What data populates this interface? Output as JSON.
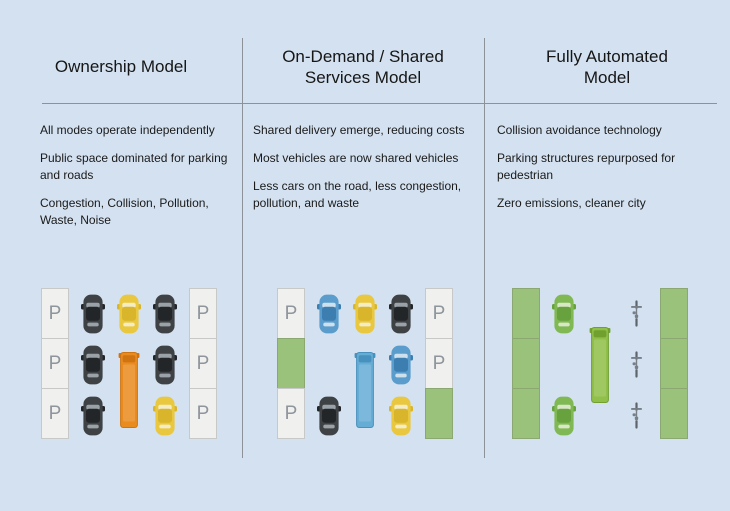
{
  "page": {
    "background": "#d3e1f0",
    "divider_color": "#8d9198",
    "text_color": "#1a1a1a"
  },
  "columns": [
    {
      "title": "Ownership Model",
      "bullets": [
        "All modes operate independently",
        "Public space dominated for parking and roads",
        "Congestion, Collision, Pollution, Waste, Noise"
      ],
      "illustration": {
        "left_stack": [
          "P",
          "P",
          "P"
        ],
        "lane_a": [
          "car:dark",
          "car:dark",
          "car:dark"
        ],
        "center": {
          "top": "car:yellow",
          "truck": "truck:orange",
          "align": "bottom"
        },
        "lane_b": [
          "car:dark",
          "car:dark",
          "car:yellow"
        ],
        "right_stack": [
          "P",
          "P",
          "P"
        ]
      }
    },
    {
      "title": "On-Demand / Shared Services Model",
      "bullets": [
        "Shared delivery emerge, reducing costs",
        "Most vehicles are now shared vehicles",
        "Less cars on the road, less congestion, pollution, and waste"
      ],
      "illustration": {
        "left_stack": [
          "P",
          "G",
          "P"
        ],
        "lane_a": [
          "car:blue",
          "",
          "car:dark"
        ],
        "center": {
          "top": "car:yellow",
          "truck": "truck:blue",
          "align": "bottom"
        },
        "lane_b": [
          "car:dark",
          "car:blue",
          "car:yellow"
        ],
        "right_stack": [
          "P",
          "P",
          "G"
        ]
      }
    },
    {
      "title": "Fully Automated Model",
      "bullets": [
        "Collision avoidance technology",
        "Parking structures repurposed for pedestrian",
        "Zero emissions, cleaner city"
      ],
      "illustration": {
        "left_stack": [
          "G",
          "G",
          "G"
        ],
        "lane_a": [
          "car:green",
          "",
          "car:green"
        ],
        "center": {
          "top": "",
          "truck": "truck:green",
          "align": "center"
        },
        "lane_b": [
          "bike",
          "bike",
          "bike"
        ],
        "right_stack": [
          "G",
          "G",
          "G"
        ]
      }
    }
  ],
  "palette": {
    "cars": {
      "dark": {
        "body": "#3e4245",
        "cabin": "#232629",
        "glass": "#9aa2a8"
      },
      "yellow": {
        "body": "#e9c840",
        "cabin": "#d8b52b",
        "glass": "#f3ecc4"
      },
      "blue": {
        "body": "#5a9ccb",
        "cabin": "#3c7eb0",
        "glass": "#cfe0ed"
      },
      "green": {
        "body": "#80b954",
        "cabin": "#67a23e",
        "glass": "#d8e8c6"
      }
    },
    "trucks": {
      "orange": {
        "body": "#e98c20",
        "cab": "#cf7410"
      },
      "blue": {
        "body": "#66add5",
        "cab": "#4691bd"
      },
      "green": {
        "body": "#90bf4a",
        "cab": "#71a02f"
      }
    },
    "bike": {
      "wheel": "#5d646b",
      "frame": "#777e86"
    },
    "p_cell": {
      "bg": "#f0f0ee",
      "border": "#c7c9c8",
      "letter_color": "#8e959c",
      "label": "P"
    },
    "green_cell": {
      "bg": "#9bc27b",
      "border": "#8ba873"
    }
  }
}
